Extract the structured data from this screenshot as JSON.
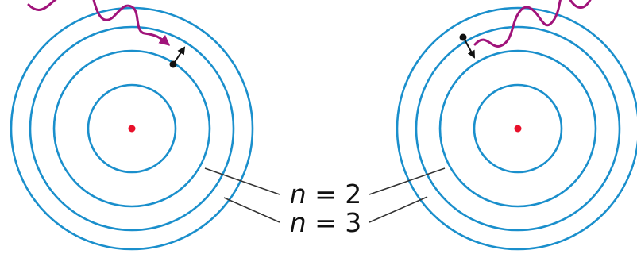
{
  "colors": {
    "orbit": "#1a8fcc",
    "nucleus": "#e8102a",
    "photon": "#a0137a",
    "electron": "#111111",
    "leader": "#333333",
    "background": "#ffffff"
  },
  "labels": {
    "n2": {
      "variable": "n",
      "equals": " = ",
      "value": "2"
    },
    "n3": {
      "variable": "n",
      "equals": " = ",
      "value": "3"
    }
  },
  "atoms": [
    {
      "name": "left-atom",
      "orbit_count": 4
    },
    {
      "name": "right-atom",
      "orbit_count": 4
    }
  ]
}
